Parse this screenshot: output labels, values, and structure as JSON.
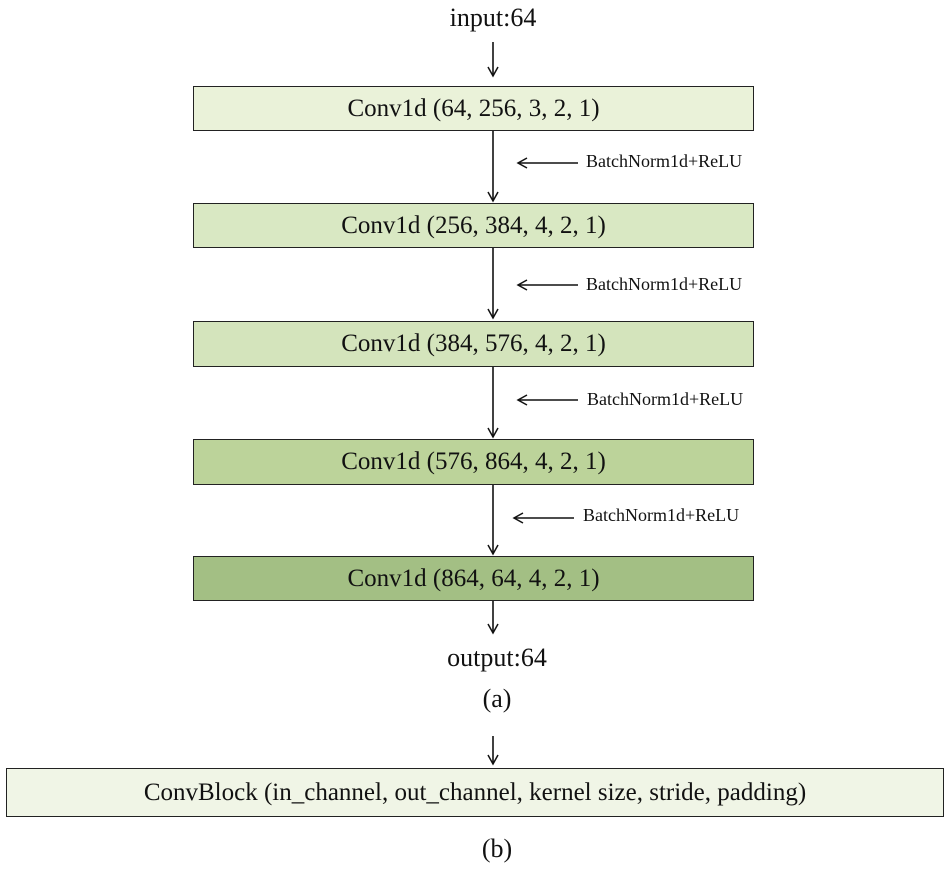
{
  "diagram_a": {
    "input_label": "input:64",
    "output_label": "output:64",
    "caption": "(a)",
    "layers": [
      {
        "label": "Conv1d (64, 256, 3, 2, 1)",
        "fill": "#eaf2d9"
      },
      {
        "label": "Conv1d (256, 384, 4, 2, 1)",
        "fill": "#d9e8c3"
      },
      {
        "label": "Conv1d (384, 576, 4, 2, 1)",
        "fill": "#d4e4bc"
      },
      {
        "label": "Conv1d (576, 864, 4, 2, 1)",
        "fill": "#bcd39a"
      },
      {
        "label": "Conv1d (864, 64, 4, 2, 1)",
        "fill": "#a3bf84"
      }
    ],
    "activations": [
      "BatchNorm1d+ReLU",
      "BatchNorm1d+ReLU",
      "BatchNorm1d+ReLU",
      "BatchNorm1d+ReLU"
    ]
  },
  "diagram_b": {
    "block_label": "ConvBlock (in_channel, out_channel, kernel size, stride, padding)",
    "block_fill": "#f0f5e6",
    "caption": "(b)"
  }
}
